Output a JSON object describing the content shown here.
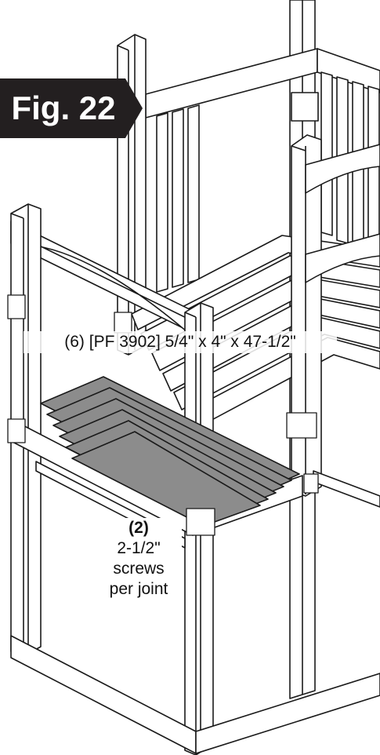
{
  "figure": {
    "label": "Fig. 22"
  },
  "callouts": {
    "part": "(6) [PF 3902] 5/4\" x 4\" x 47-1/2\"",
    "screws": {
      "quantity": "(2)",
      "size": "2-1/2\"",
      "type": "screws",
      "note": "per joint"
    }
  },
  "colors": {
    "line": "#1a1a1a",
    "highlighted_boards": "#8c8c8c",
    "tag_background": "#231f20"
  }
}
